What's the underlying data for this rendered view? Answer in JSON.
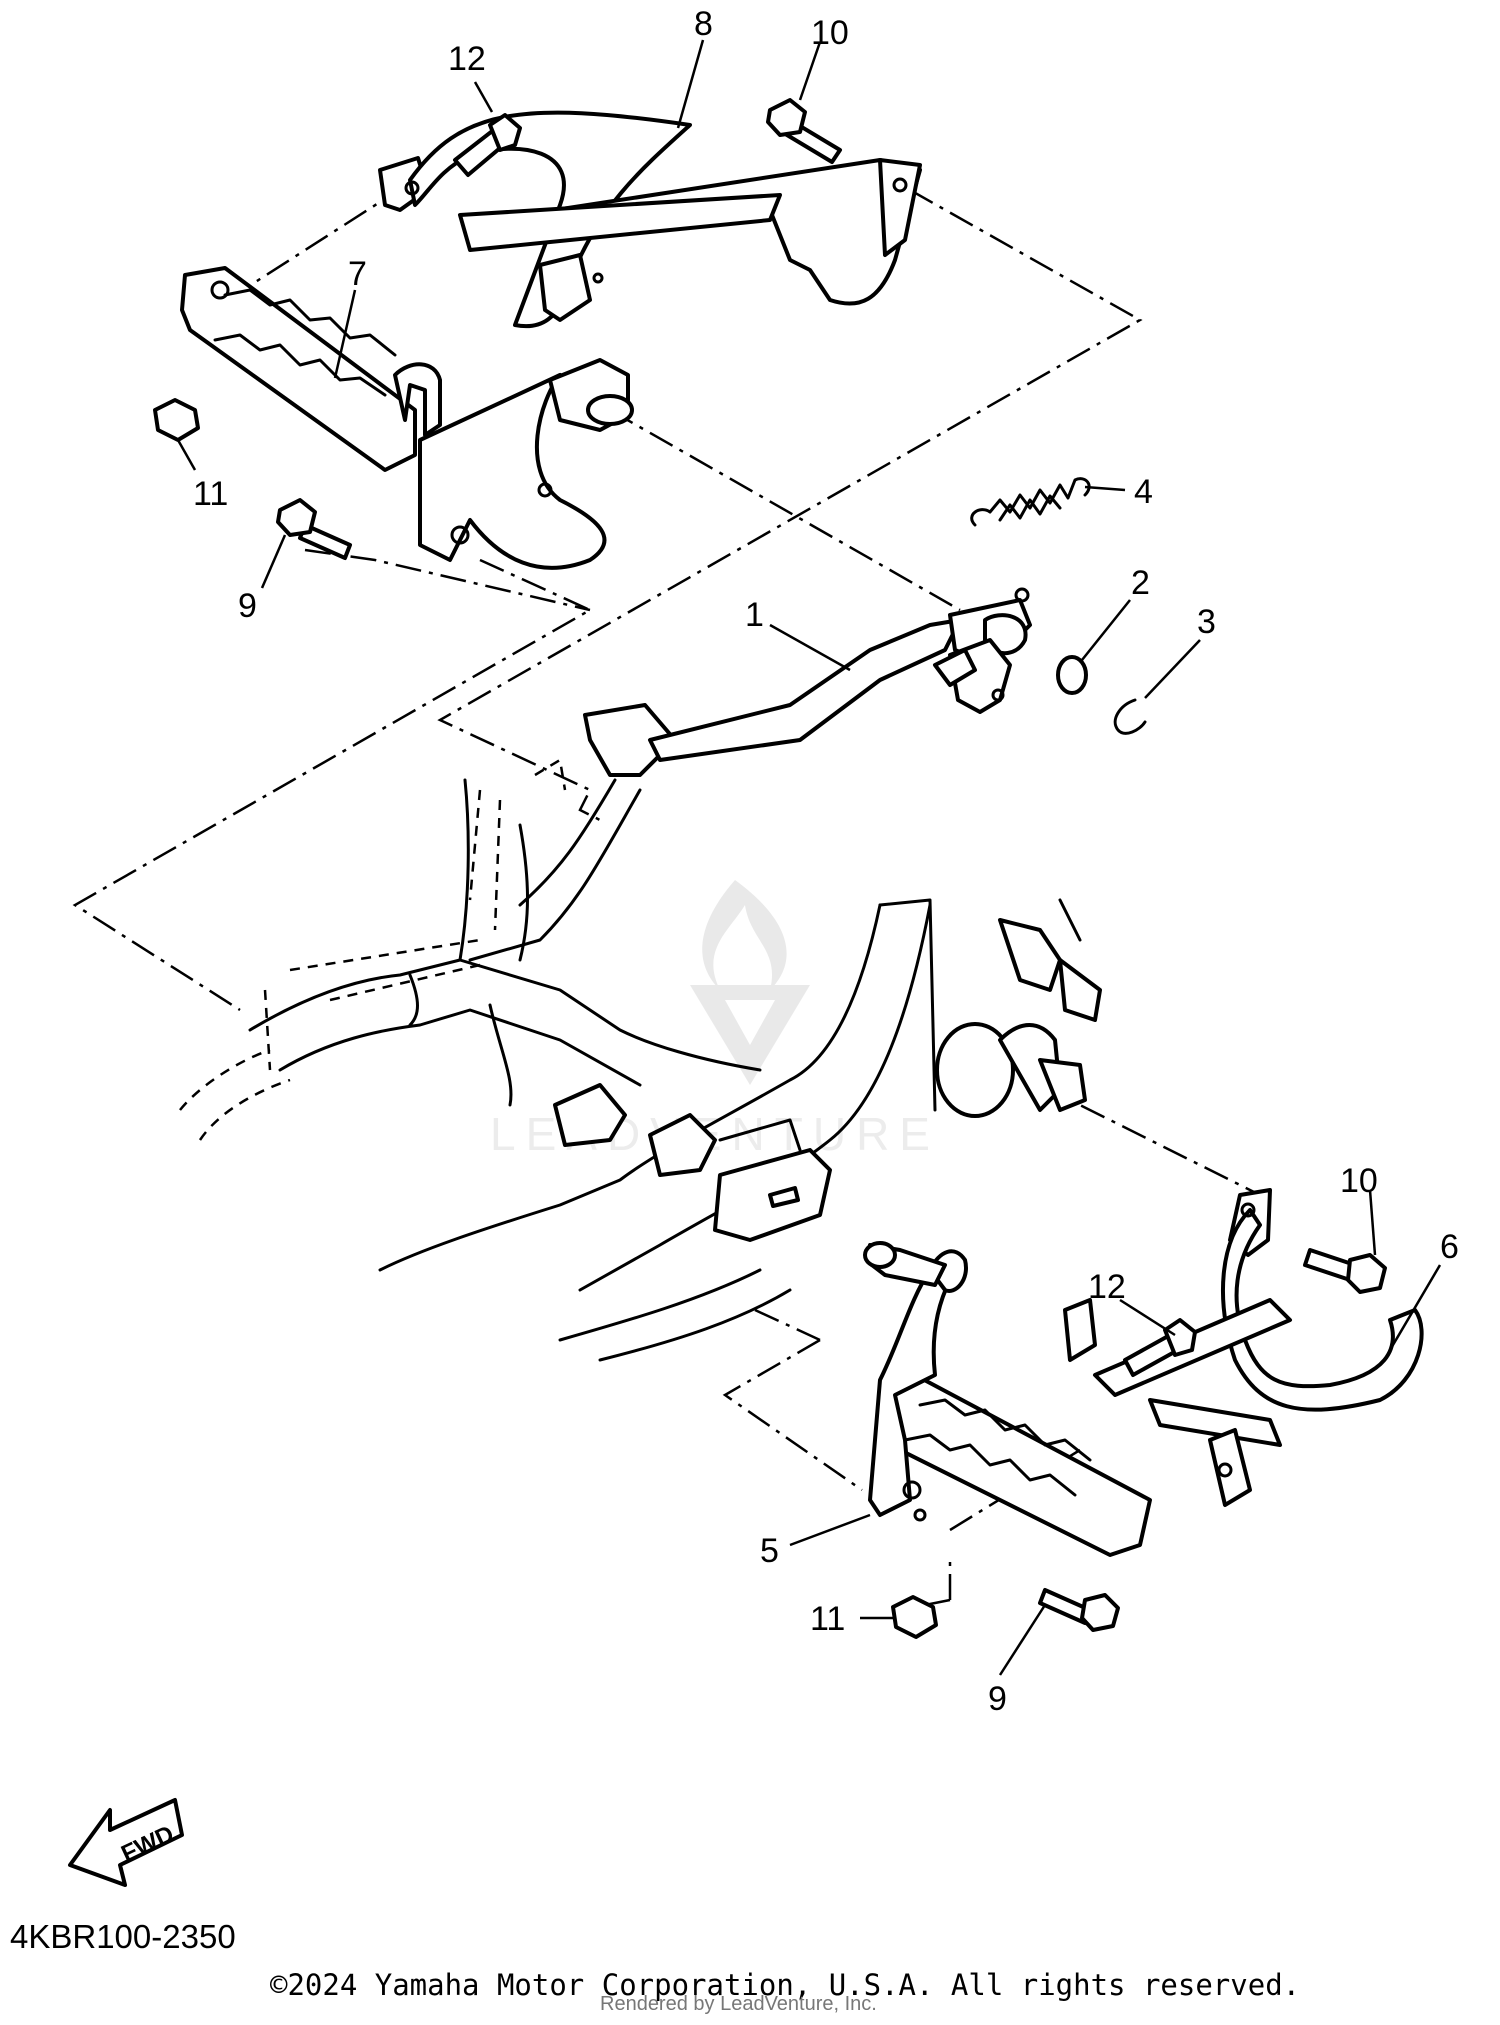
{
  "diagram": {
    "drawing_code": "4KBR100-2350",
    "copyright": "©2024 Yamaha Motor Corporation, U.S.A. All rights reserved.",
    "rendered_by": "Rendered by LeadVenture, Inc.",
    "fwd_label": "FWD",
    "watermark_text": "LEADVENTURE",
    "callouts": [
      "12",
      "8",
      "10",
      "7",
      "11",
      "9",
      "4",
      "2",
      "3",
      "1",
      "10",
      "12",
      "6",
      "5",
      "11",
      "9"
    ],
    "colors": {
      "line": "#000000",
      "background": "#ffffff",
      "watermark": "#e9e9e9"
    }
  }
}
